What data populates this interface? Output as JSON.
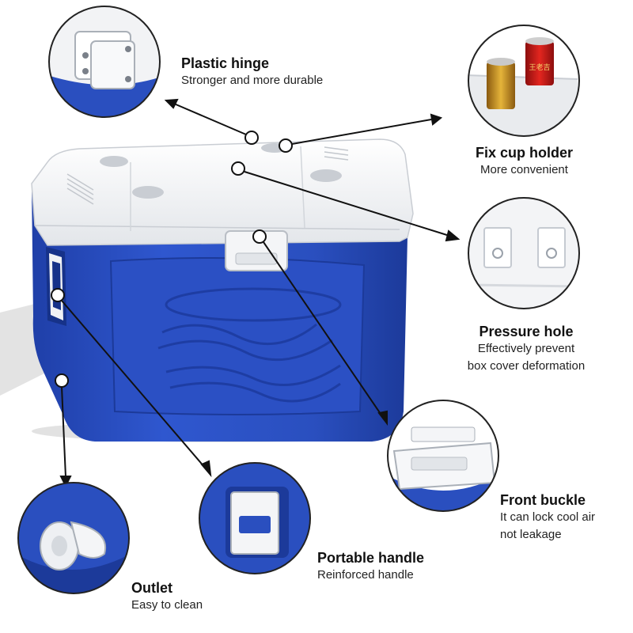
{
  "features": {
    "plastic_hinge": {
      "title": "Plastic hinge",
      "desc": "Stronger and more durable"
    },
    "cup_holder": {
      "title": "Fix cup holder",
      "desc": "More convenient"
    },
    "pressure_hole": {
      "title": "Pressure hole",
      "desc_line1": "Effectively prevent",
      "desc_line2": "box cover deformation"
    },
    "front_buckle": {
      "title": "Front buckle",
      "desc_line1": "It can lock cool air",
      "desc_line2": "not leakage"
    },
    "portable_handle": {
      "title": "Portable handle",
      "desc": "Reinforced handle"
    },
    "outlet": {
      "title": "Outlet",
      "desc": "Easy to clean"
    }
  },
  "can_labels": {
    "can_left": "",
    "can_right": "王老吉"
  },
  "colors": {
    "body_blue": "#2a4fbf",
    "dark_blue": "#1c3a9a",
    "lid_white": "#f4f5f7",
    "arrow": "#111111"
  }
}
